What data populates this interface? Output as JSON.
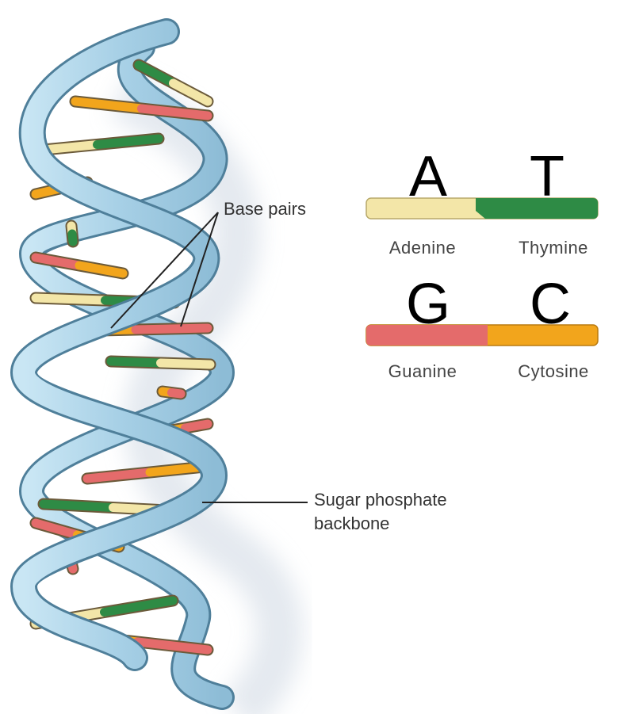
{
  "colors": {
    "adenine": "#f3e6a8",
    "thymine": "#2e8b45",
    "guanine": "#e46b6b",
    "cytosine": "#f2a51c",
    "backbone": "#a9d3e8",
    "backbone_edge": "#4f7f9a",
    "shadow": "#d5dbe3"
  },
  "labels": {
    "base_pairs": "Base pairs",
    "backbone_line1": "Sugar phosphate",
    "backbone_line2": "backbone"
  },
  "legend": {
    "pair_at": {
      "left_letter": "A",
      "right_letter": "T",
      "left_name": "Adenine",
      "right_name": "Thymine"
    },
    "pair_gc": {
      "left_letter": "G",
      "right_letter": "C",
      "left_name": "Guanine",
      "right_name": "Cytosine"
    }
  },
  "icons": {
    "helix": "dna-double-helix-illustration",
    "at_bar": "adenine-thymine-pair-bar",
    "gc_bar": "guanine-cytosine-pair-bar"
  }
}
